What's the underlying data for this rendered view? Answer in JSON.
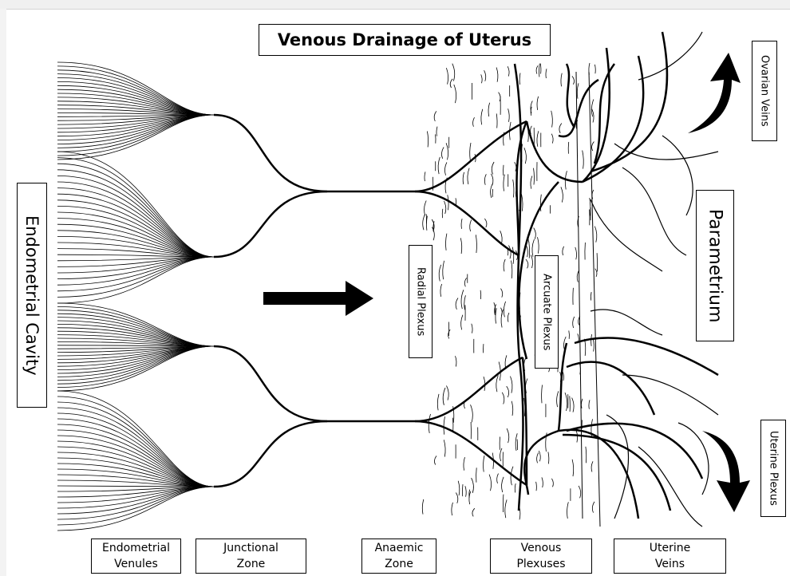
{
  "title": "Venous Drainage of Uterus",
  "side_labels": {
    "endometrial_cavity": "Endometrial Cavity",
    "radial_plexus": "Radial Plexus",
    "arcuate_plexus": "Arcuate Plexus",
    "parametrium": "Parametrium",
    "ovarian_veins": "Ovarian Veins",
    "uterine_plexus": "Uterine Plexus"
  },
  "bottom_labels": [
    {
      "line1": "Endometrial",
      "line2": "Venules"
    },
    {
      "line1": "Junctional",
      "line2": "Zone"
    },
    {
      "line1": "Anaemic",
      "line2": "Zone"
    },
    {
      "line1": "Venous",
      "line2": "Plexuses"
    },
    {
      "line1": "Uterine",
      "line2": "Veins"
    }
  ],
  "colors": {
    "line": "#000000",
    "background": "#ffffff"
  }
}
